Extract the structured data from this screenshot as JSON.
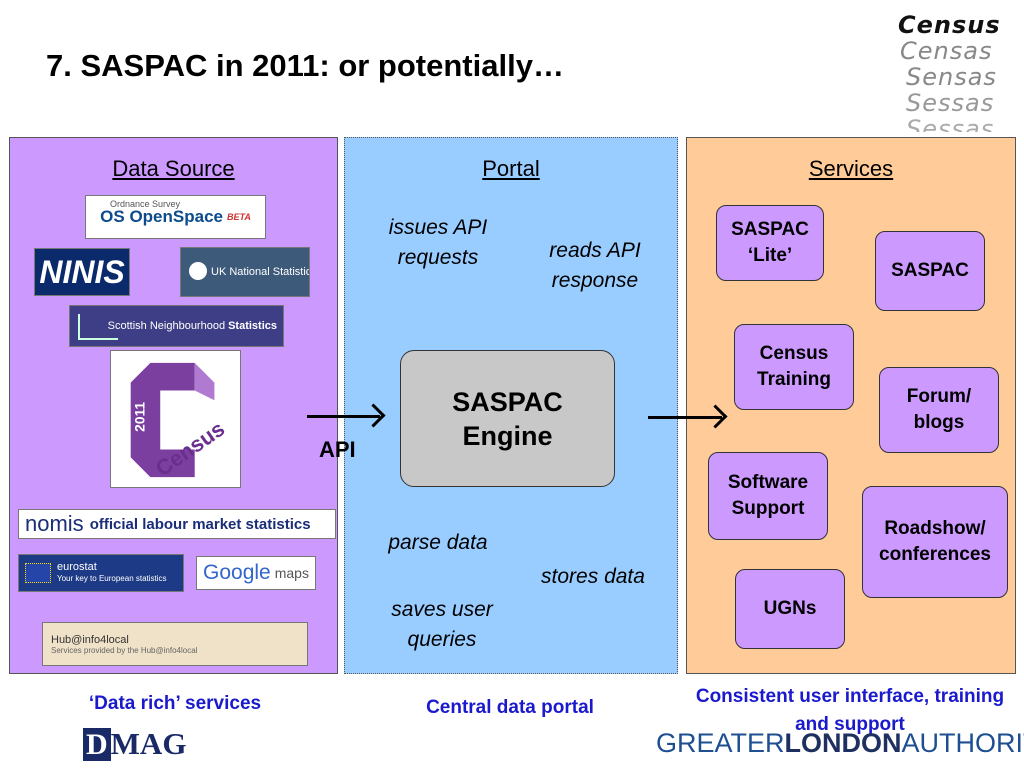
{
  "slide": {
    "title": "7. SASPAC in 2011: or potentially…"
  },
  "census_logo": {
    "lines": [
      "Census",
      "Censas",
      "Sensas",
      "Sessas",
      "Sessas"
    ]
  },
  "data_source": {
    "heading": "Data Source",
    "logos": {
      "ordnance_small": "Ordnance Survey",
      "openspace": "OS OpenSpace",
      "openspace_beta": "BETA",
      "ninis": "NINIS",
      "uk_national_statistics": "UK National Statistics",
      "scottish_neighbourhood": "Scottish Neighbourhood",
      "scottish_statistics": "Statistics",
      "census_year": "2011",
      "census_word": "Census",
      "nomis": "nomis",
      "nomis_tagline": "official labour market statistics",
      "eurostat": "eurostat",
      "eurostat_tagline": "Your key to European statistics",
      "google": "Google",
      "google_maps": "maps",
      "hub": "Hub@info4local",
      "hub_tagline": "Services provided by the Hub@info4local"
    },
    "caption": "‘Data rich’ services"
  },
  "portal": {
    "heading": "Portal",
    "issues": "issues API requests",
    "reads": "reads API response",
    "engine": "SASPAC Engine",
    "parse": "parse data",
    "stores": "stores data",
    "saves": "saves user queries",
    "caption": "Central data portal"
  },
  "api_label": "API",
  "services": {
    "heading": "Services",
    "items": {
      "lite": "SASPAC ‘Lite’",
      "saspac": "SASPAC",
      "training": "Census Training",
      "forum": "Forum/ blogs",
      "software": "Software Support",
      "roadshow": "Roadshow/ conferences",
      "ugns": "UGNs"
    },
    "caption": "Consistent user interface, training and support"
  },
  "footer": {
    "dmag_d": "D",
    "dmag_rest": "MAG",
    "gla_greater": "GREATER",
    "gla_london": "LONDON",
    "gla_authority": "AUTHORITY"
  },
  "colors": {
    "data_source_panel": "#cc99ff",
    "portal_panel": "#99ccff",
    "services_panel": "#ffcc99",
    "service_box": "#cc99ff",
    "engine_box": "#c8c8c8",
    "caption_blue": "#1a1acc"
  }
}
